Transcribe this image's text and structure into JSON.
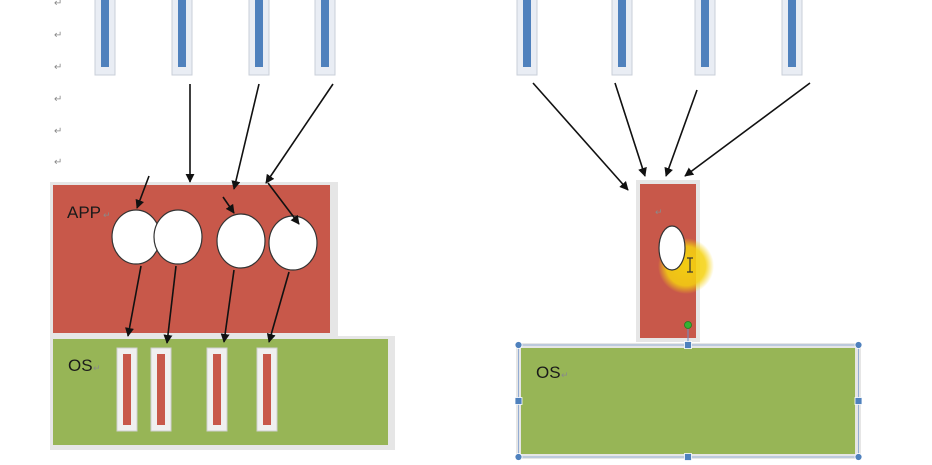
{
  "paragraph_mark": "↵",
  "left_diagram": {
    "app_label": "APP",
    "os_label": "OS"
  },
  "right_diagram": {
    "os_label": "OS"
  },
  "colors": {
    "app_fill": "#c8584a",
    "os_fill": "#97b556",
    "thread_bar": "#4f81bd",
    "thread_bar_bg": "#e9edf4",
    "slot_fill": "#c8584a",
    "slot_bg": "#efefef",
    "arrow": "#111111",
    "cursor_highlight": "#f5d20f",
    "selection_handle": "#4f81bd",
    "rotate_handle": "#34b233"
  }
}
